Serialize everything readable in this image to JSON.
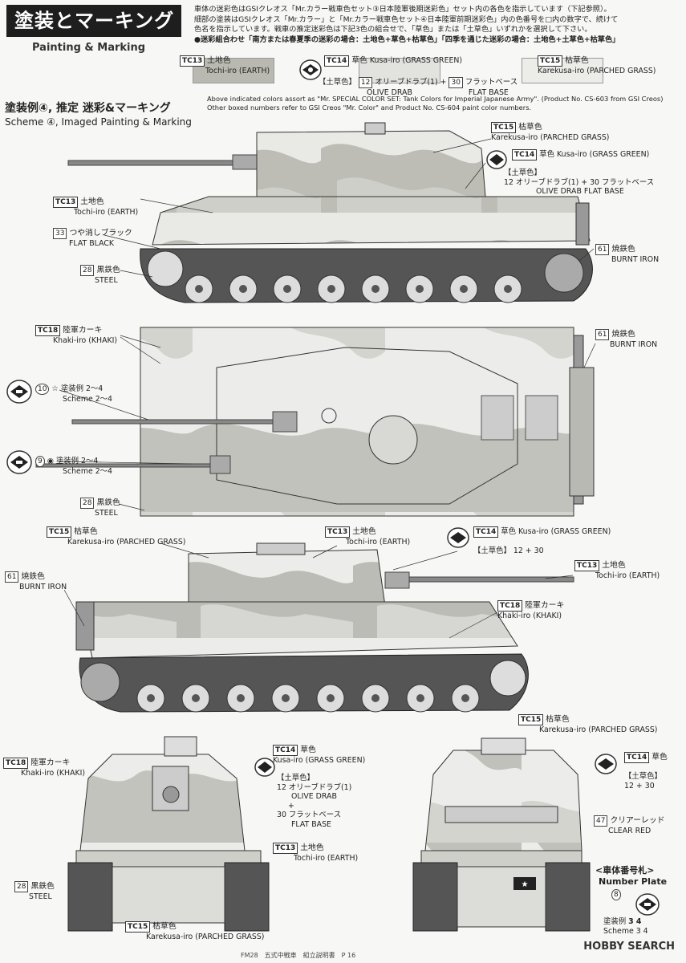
{
  "header": {
    "title": "塗装とマーキング",
    "subtitle": "Painting & Marking"
  },
  "intro": {
    "line1": "車体の迷彩色はGSIクレオス「Mr.カラー戦車色セット③日本陸軍後期迷彩色」セット内の各色を指示しています（下記参照）。",
    "line2": "細部の塗装はGSIクレオス「Mr.カラー」と「Mr.カラー戦車色セット④日本陸軍前期迷彩色」内の色番号を□内の数字で、続けて",
    "line3": "色名を指示しています。戦車の推定迷彩色は下記3色の組合せで、「草色」または「土草色」いずれかを選択して下さい。",
    "line4": "●迷彩組合わせ「南方または春夏季の迷彩の場合：土地色+草色+枯草色」「四季を通じた迷彩の場合：土地色+土草色+枯草色」"
  },
  "palette": [
    {
      "code": "TC13",
      "jp": "土地色",
      "en": "Tochi-iro (EARTH)",
      "color": "#b9b9b2"
    },
    {
      "code": "TC14",
      "jp": "草色",
      "en": "Kusa-iro (GRASS GREEN)",
      "color": "#e2e2de"
    },
    {
      "code": "TC15",
      "jp": "枯草色",
      "en": "Karekusa-iro (PARCHED GRASS)",
      "color": "#ececea"
    }
  ],
  "tsuchikusa": {
    "label": "【土草色】",
    "n1": "12",
    "c1": "オリーブドラブ(1)",
    "e1": "OLIVE DRAB",
    "plus": "+",
    "n2": "30",
    "c2": "フラットベース",
    "e2": "FLAT BASE"
  },
  "note": {
    "l1": "Above indicated colors assort as \"Mr. SPECIAL COLOR SET: Tank Colors for Imperial Japanese Army\". (Product No. CS-603 from GSI Creos)",
    "l2": "Other boxed numbers refer to GSI Creos \"Mr. Color\" and Product No. CS-604 paint color numbers."
  },
  "scheme": {
    "jp": "塗装例④, 推定 迷彩&マーキング",
    "en": "Scheme ④, Imaged Painting & Marking"
  },
  "side1": {
    "tc15": {
      "code": "TC15",
      "jp": "枯草色",
      "en": "Karekusa-iro (PARCHED GRASS)"
    },
    "tc14": {
      "code": "TC14",
      "text": "草色 Kusa-iro (GRASS GREEN)"
    },
    "tsuchi": {
      "label": "【土草色】",
      "line": "12 オリーブドラブ(1) + 30 フラットベース",
      "en": "OLIVE DRAB          FLAT BASE"
    },
    "tc13": {
      "code": "TC13",
      "jp": "土地色",
      "en": "Tochi-iro (EARTH)"
    },
    "c33": {
      "code": "33",
      "jp": "つや消しブラック",
      "en": "FLAT BLACK"
    },
    "c28": {
      "code": "28",
      "jp": "黒鉄色",
      "en": "STEEL"
    },
    "c61": {
      "code": "61",
      "jp": "焼鉄色",
      "en": "BURNT IRON"
    }
  },
  "top": {
    "tc18": {
      "code": "TC18",
      "text": "陸軍カーキ",
      "en": "Khaki-iro (KHAKI)"
    },
    "c61": {
      "code": "61",
      "jp": "焼鉄色",
      "en": "BURNT IRON"
    },
    "m10": {
      "num": "10",
      "jp": "塗装例",
      "range": "2〜4",
      "en": "Scheme 2〜4"
    },
    "m9": {
      "num": "9",
      "jp": "塗装例",
      "range": "2〜4",
      "en": "Scheme 2〜4"
    },
    "c28": {
      "code": "28",
      "jp": "黒鉄色",
      "en": "STEEL"
    }
  },
  "side2": {
    "tc15": {
      "code": "TC15",
      "jp": "枯草色",
      "en": "Karekusa-iro (PARCHED GRASS)"
    },
    "tc13a": {
      "code": "TC13",
      "jp": "土地色",
      "en": "Tochi-iro (EARTH)"
    },
    "tc14": {
      "code": "TC14",
      "text": "草色 Kusa-iro (GRASS GREEN)"
    },
    "tsuchi": "【土草色】 12 + 30",
    "c61": {
      "code": "61",
      "jp": "焼鉄色",
      "en": "BURNT IRON"
    },
    "tc13b": {
      "code": "TC13",
      "jp": "土地色",
      "en": "Tochi-iro (EARTH)"
    },
    "tc18": {
      "code": "TC18",
      "jp": "陸軍カーキ",
      "en": "Khaki-iro (KHAKI)"
    }
  },
  "front": {
    "tc18": {
      "code": "TC18",
      "jp": "陸軍カーキ",
      "en": "Khaki-iro (KHAKI)"
    },
    "tc14": {
      "code": "TC14",
      "jp": "草色",
      "en": "Kusa-iro (GRASS GREEN)"
    },
    "tsuchi": {
      "label": "【土草色】",
      "l1": "12 オリーブドラブ(1)",
      "l2": "OLIVE DRAB",
      "l3": "+",
      "l4": "30 フラットベース",
      "l5": "FLAT BASE"
    },
    "tc13": {
      "code": "TC13",
      "jp": "土地色",
      "en": "Tochi-iro (EARTH)"
    },
    "c28": {
      "code": "28",
      "jp": "黒鉄色",
      "en": "STEEL"
    },
    "tc15": {
      "code": "TC15",
      "jp": "枯草色",
      "en": "Karekusa-iro (PARCHED GRASS)"
    }
  },
  "rear": {
    "tc15": {
      "code": "TC15",
      "jp": "枯草色",
      "en": "Karekusa-iro (PARCHED GRASS)"
    },
    "tc14": {
      "code": "TC14",
      "jp": "草色"
    },
    "tsuchi": {
      "label": "【土草色】",
      "l1": "12 + 30"
    },
    "c47": {
      "code": "47",
      "jp": "クリアーレッド",
      "en": "CLEAR RED"
    },
    "plate": {
      "jp": "<車体番号札>",
      "en": "Number Plate"
    },
    "m8": {
      "num": "8",
      "jp": "塗装例",
      "range": "3 4",
      "en": "Scheme 3 4"
    }
  },
  "footer": "FM28　五式中戦車　組立説明書　P 16",
  "watermark": "HOBBY SEARCH"
}
